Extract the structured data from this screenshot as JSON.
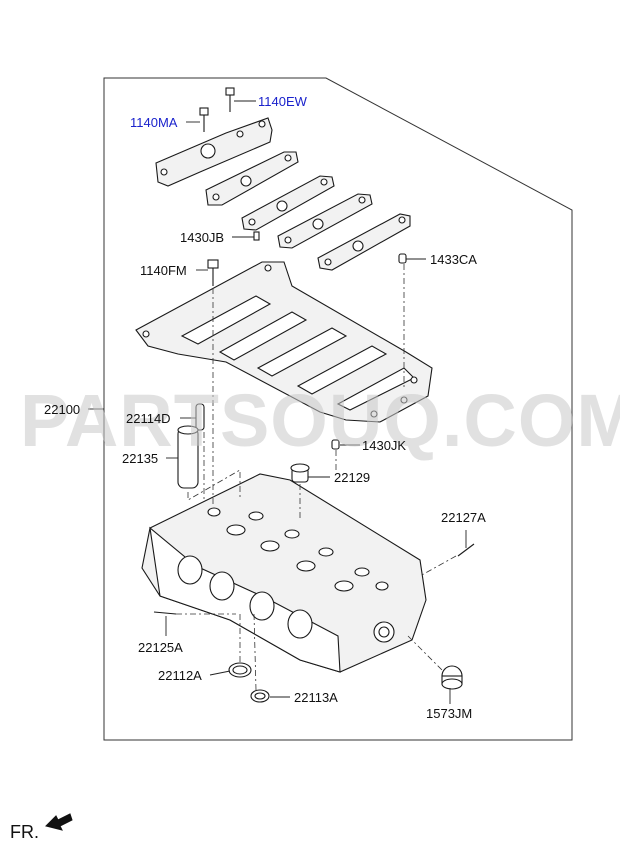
{
  "watermark": "PARTSOUQ.COM",
  "direction_label": "FR.",
  "colors": {
    "callout_blue": "#1a22cc",
    "label_black": "#111111",
    "line": "#1a1a1a"
  },
  "callouts": {
    "c_1140EW": "1140EW",
    "c_1140MA": "1140MA",
    "c_1430JB": "1430JB",
    "c_1140FM": "1140FM",
    "c_1433CA": "1433CA",
    "c_22100": "22100",
    "c_22114D": "22114D",
    "c_1430JK": "1430JK",
    "c_22135": "22135",
    "c_22129": "22129",
    "c_22127A": "22127A",
    "c_22125A": "22125A",
    "c_22112A": "22112A",
    "c_22113A": "22113A",
    "c_1573JM": "1573JM"
  }
}
